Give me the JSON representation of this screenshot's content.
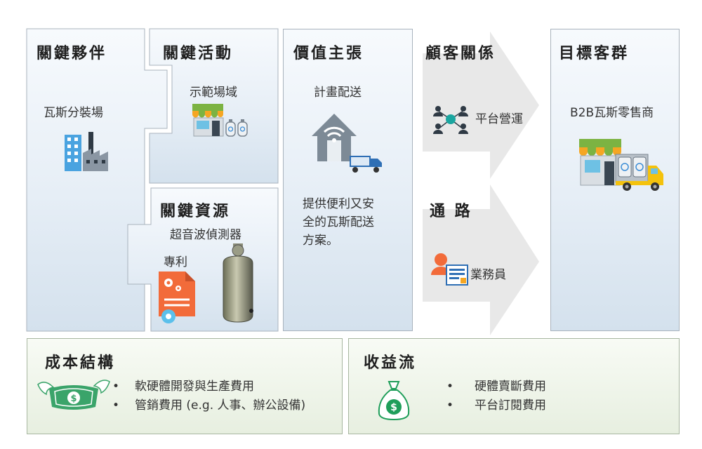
{
  "partners": {
    "title": "關鍵夥伴",
    "item": "瓦斯分裝場",
    "icon": "factory-icon"
  },
  "activities": {
    "title": "關鍵活動",
    "item": "示範場域",
    "icon": "storefront-with-gas-cylinders-icon"
  },
  "resources": {
    "title": "關鍵資源",
    "item1": "超音波偵測器",
    "item2": "專利",
    "icons": [
      "patent-document-icon",
      "gas-cylinder-icon"
    ]
  },
  "value": {
    "title": "價值主張",
    "item": "計畫配送",
    "desc_lines": [
      "提供便利又安",
      "全的瓦斯配送",
      "方案。"
    ],
    "icons": [
      "smart-home-icon",
      "delivery-truck-icon"
    ]
  },
  "relationships": {
    "title": "顧客關係",
    "item": "平台營運",
    "icon": "network-people-icon"
  },
  "channels": {
    "title": "通 路",
    "item": "業務員",
    "icon": "salesperson-icon"
  },
  "segments": {
    "title": "目標客群",
    "item": "B2B瓦斯零售商",
    "icon": "store-with-gas-delivery-truck-icon"
  },
  "cost": {
    "title": "成本結構",
    "items": [
      "軟硬體開發與生產費用",
      "管銷費用 (e.g. 人事、辦公設備)"
    ],
    "icon": "flying-money-icon"
  },
  "revenue": {
    "title": "收益流",
    "items": [
      "硬體賣斷費用",
      "平台訂閱費用"
    ],
    "icon": "money-bag-icon"
  },
  "colors": {
    "border": "#a9b3bd",
    "box_top": "#f7fafd",
    "box_bottom": "#d4e1ed",
    "green_bg": "#e7efe0",
    "arrow": "#e8e8e8"
  }
}
